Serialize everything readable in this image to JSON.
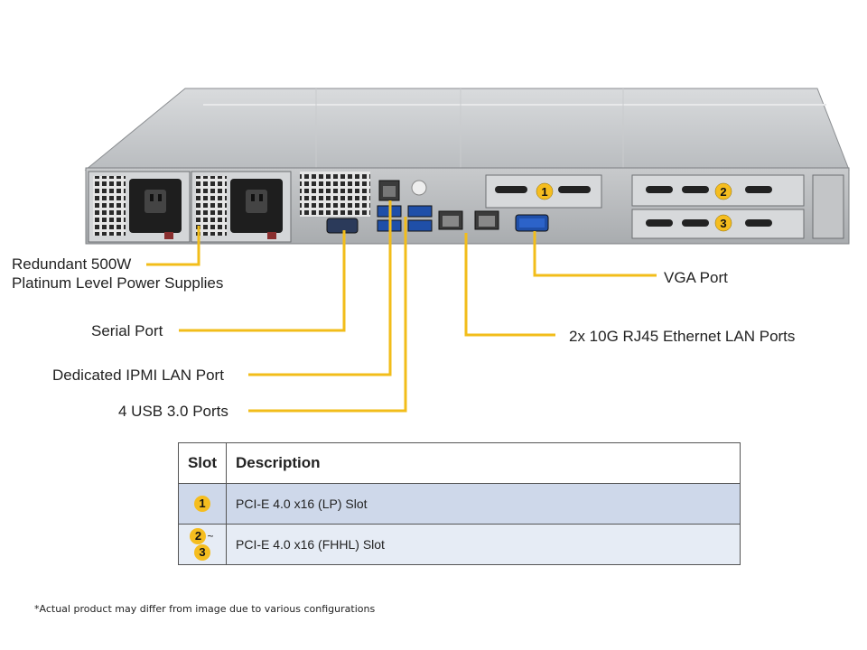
{
  "callouts": {
    "psu": [
      "Redundant 500W",
      "Platinum Level Power Supplies"
    ],
    "serial": "Serial Port",
    "ipmi": "Dedicated IPMI  LAN Port",
    "usb": "4 USB 3.0 Ports",
    "vga": "VGA Port",
    "lan": "2x 10G RJ45 Ethernet LAN Ports"
  },
  "slot_markers": [
    "1",
    "2",
    "3"
  ],
  "table": {
    "headers": [
      "Slot",
      "Description"
    ],
    "rows": [
      {
        "slot_a": "1",
        "sep": "",
        "slot_b": "",
        "description": "PCI-E 4.0 x16 (LP) Slot"
      },
      {
        "slot_a": "2",
        "sep": "~",
        "slot_b": "3",
        "description": "PCI-E 4.0 x16 (FHHL) Slot"
      }
    ]
  },
  "footnote": "*Actual product may differ from image due to various configurations",
  "colors": {
    "callout_line": "#f2bd1a",
    "badge": "#f5bd1f",
    "row_1": "#ced8ea",
    "row_2": "#e6ecf5"
  }
}
